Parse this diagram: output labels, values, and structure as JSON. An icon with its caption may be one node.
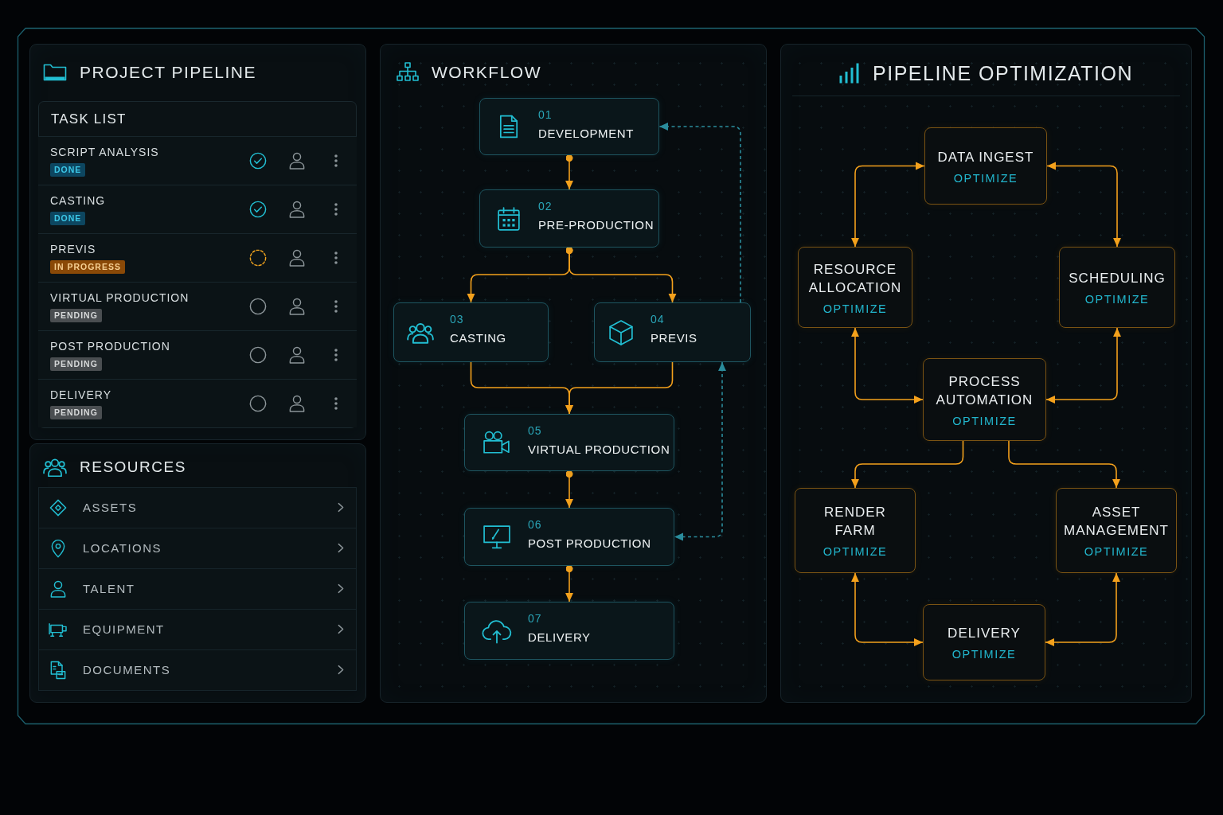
{
  "diagram": {
    "nodes": [
      {
        "text": [
          "PROJECT PIPELINE"
        ]
      },
      {
        "text": [
          "TASK LIST"
        ],
        "in": 0
      },
      {
        "text": [
          "SCRIPT ANALYSIS",
          "DONE"
        ],
        "in": 1
      },
      {
        "text": [
          "CASTING",
          "DONE"
        ],
        "in": 1
      },
      {
        "text": [
          "PREVIS",
          "IN PROGRESS"
        ],
        "in": 1
      },
      {
        "text": [
          "VIRTUAL PRODUCTION",
          "PENDING"
        ],
        "in": 1
      },
      {
        "text": [
          "POST PRODUCTION",
          "PENDING"
        ],
        "in": 1
      },
      {
        "text": [
          "DELIVERY",
          "PENDING"
        ],
        "in": 1
      },
      {
        "text": [
          "RESOURCES"
        ]
      },
      {
        "text": [
          "ASSETS"
        ],
        "in": 8
      },
      {
        "text": [
          "LOCATIONS"
        ],
        "in": 8
      },
      {
        "text": [
          "TALENT"
        ],
        "in": 8
      },
      {
        "text": [
          "EQUIPMENT"
        ],
        "in": 8
      },
      {
        "text": [
          "DOCUMENTS"
        ],
        "in": 8
      },
      {
        "text": [
          "WORKFLOW"
        ]
      },
      {
        "text": [
          "01",
          "DEVELOPMENT"
        ],
        "in": 14
      },
      {
        "text": [
          "02",
          "PRE-PRODUCTION"
        ],
        "in": 14
      },
      {
        "text": [
          "03",
          "CASTING"
        ],
        "in": 14
      },
      {
        "text": [
          "04",
          "PREVIS"
        ],
        "in": 14
      },
      {
        "text": [
          "05",
          "VIRTUAL PRODUCTION"
        ],
        "in": 14
      },
      {
        "text": [
          "06",
          "POST PRODUCTION"
        ],
        "in": 14
      },
      {
        "text": [
          "07",
          "DELIVERY"
        ],
        "in": 14
      },
      {
        "text": [
          "PIPELINE OPTIMIZATION"
        ]
      },
      {
        "text": [
          "DATA INGEST",
          "OPTIMIZE"
        ],
        "in": 22
      },
      {
        "text": [
          "RESOURCE ALLOCATION",
          "OPTIMIZE"
        ],
        "in": 22
      },
      {
        "text": [
          "SCHEDULING",
          "OPTIMIZE"
        ],
        "in": 22
      },
      {
        "text": [
          "PROCESS AUTOMATION",
          "OPTIMIZE"
        ],
        "in": 22
      },
      {
        "text": [
          "RENDER FARM",
          "OPTIMIZE"
        ],
        "in": 22
      },
      {
        "text": [
          "ASSET MANAGEMENT",
          "OPTIMIZE"
        ],
        "in": 22
      },
      {
        "text": [
          "DELIVERY",
          "OPTIMIZE"
        ],
        "in": 22
      }
    ],
    "edges": [
      {
        "from": 15,
        "to": 16,
        "arrow": "to"
      },
      {
        "from": 16,
        "to": 17,
        "arrow": "to"
      },
      {
        "from": 16,
        "to": 18,
        "arrow": "to"
      },
      {
        "from": 17,
        "to": 19,
        "arrow": "to"
      },
      {
        "from": 18,
        "to": 19,
        "arrow": "to"
      },
      {
        "from": 19,
        "to": 20,
        "arrow": "to"
      },
      {
        "from": 20,
        "to": 21,
        "arrow": "to"
      },
      {
        "from": 18,
        "to": 15,
        "arrow": "to",
        "style": "dashed",
        "color": "#2b8c9c"
      },
      {
        "from": 18,
        "to": 20,
        "arrow": "both",
        "style": "dashed",
        "color": "#2b8c9c"
      },
      {
        "from": 23,
        "to": 24,
        "arrow": "both"
      },
      {
        "from": 23,
        "to": 25,
        "arrow": "both"
      },
      {
        "from": 24,
        "to": 26,
        "arrow": "both"
      },
      {
        "from": 25,
        "to": 26,
        "arrow": "both"
      },
      {
        "from": 26,
        "to": 27,
        "arrow": "to"
      },
      {
        "from": 26,
        "to": 28,
        "arrow": "to"
      },
      {
        "from": 27,
        "to": 29,
        "arrow": "both"
      },
      {
        "from": 28,
        "to": 29,
        "arrow": "both"
      }
    ]
  }
}
